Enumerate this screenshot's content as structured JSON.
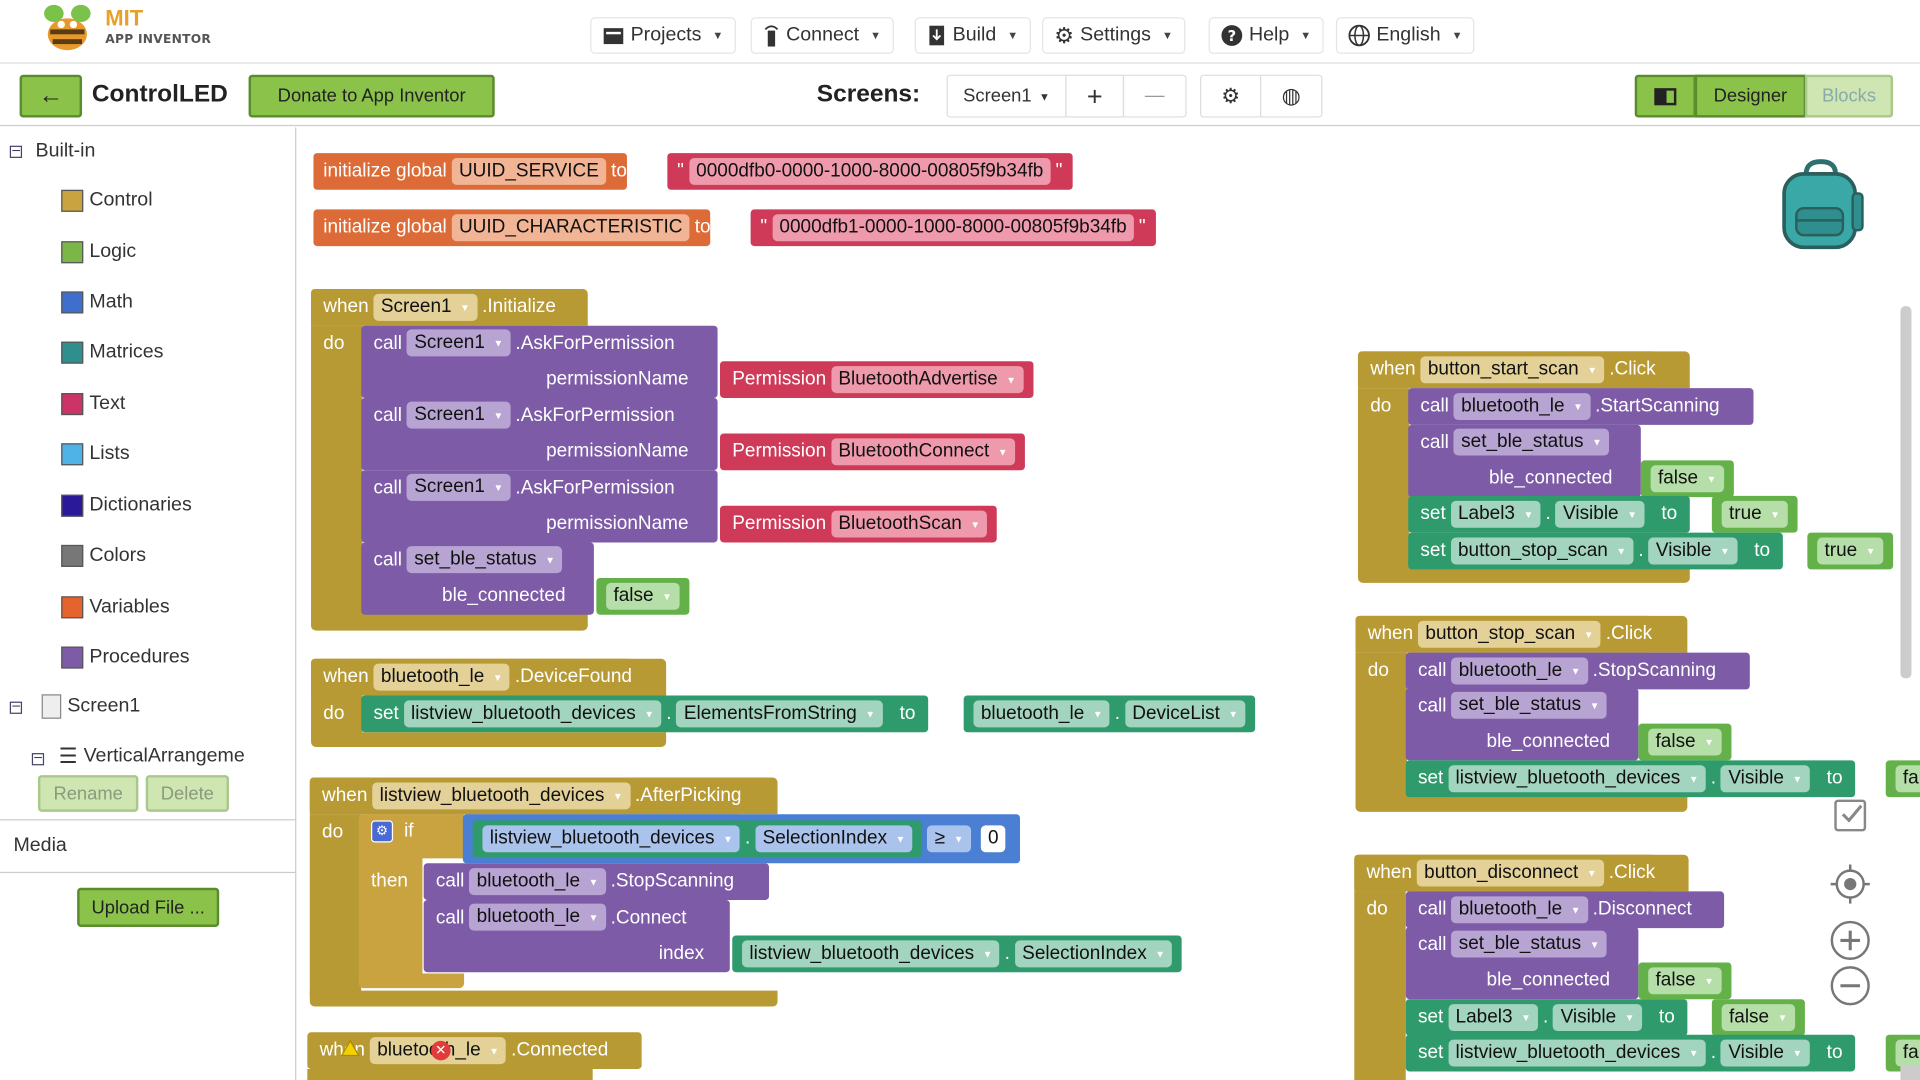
{
  "app": {
    "logo_mit": "MIT",
    "logo_sub": "APP INVENTOR"
  },
  "menus": [
    "Projects",
    "Connect",
    "Build",
    "Settings",
    "Help",
    "English"
  ],
  "toolbar": {
    "back_icon": "←",
    "project": "ControlLED",
    "donate": "Donate to App Inventor",
    "screens_label": "Screens:",
    "screen_select": "Screen1",
    "add": "+",
    "remove": "—",
    "designer": "Designer",
    "blocks": "Blocks"
  },
  "sidebar": {
    "builtin": "Built-in",
    "items": [
      {
        "label": "Control",
        "color": "#c9a340"
      },
      {
        "label": "Logic",
        "color": "#7bb648"
      },
      {
        "label": "Math",
        "color": "#3f6fcc"
      },
      {
        "label": "Matrices",
        "color": "#2f8f8f"
      },
      {
        "label": "Text",
        "color": "#cc3366"
      },
      {
        "label": "Lists",
        "color": "#4fb3e8"
      },
      {
        "label": "Dictionaries",
        "color": "#2a1a9a"
      },
      {
        "label": "Colors",
        "color": "#777777"
      },
      {
        "label": "Variables",
        "color": "#e5642e"
      },
      {
        "label": "Procedures",
        "color": "#7d5ba6"
      }
    ],
    "screen1": "Screen1",
    "vertical": "VerticalArrangeme",
    "rename": "Rename",
    "delete": "Delete",
    "media": "Media",
    "upload": "Upload File ..."
  },
  "kw": {
    "when": "when",
    "do": "do",
    "call": "call",
    "set": "set",
    "to": "to",
    "if": "if",
    "then": "then",
    "initialize_global": "initialize global",
    "permission_name": "permissionName",
    "ble_connected": "ble_connected",
    "index": "index",
    "permission": "Permission",
    "ge": "≥",
    "q": "\"",
    "false": "false",
    "true": "true"
  },
  "names": {
    "uuid_service": "UUID_SERVICE",
    "uuid_service_val": "0000dfb0-0000-1000-8000-00805f9b34fb",
    "uuid_char": "UUID_CHARACTERISTIC",
    "uuid_char_val": "0000dfb1-0000-1000-8000-00805f9b34fb",
    "screen1": "Screen1",
    "initialize": ".Initialize",
    "ask": ".AskForPermission",
    "bt_adv": "BluetoothAdvertise",
    "bt_conn": "BluetoothConnect",
    "bt_scan": "BluetoothScan",
    "set_ble_status": "set_ble_status",
    "bluetooth_le": "bluetooth_le",
    "device_found": ".DeviceFound",
    "listview": "listview_bluetooth_devices",
    "elements": "ElementsFromString",
    "device_list": "DeviceList",
    "after_picking": ".AfterPicking",
    "selection_index": "SelectionIndex",
    "zero": "0",
    "stop_scanning": ".StopScanning",
    "connect": ".Connect",
    "connected": ".Connected",
    "start_scan": "button_start_scan",
    "stop_scan": "button_stop_scan",
    "disconnect_btn": "button_disconnect",
    "click": ".Click",
    "start_scanning": ".StartScanning",
    "disconnect": ".Disconnect",
    "label3": "Label3",
    "visible": "Visible",
    "fa": "fa",
    "fal": "fal"
  }
}
